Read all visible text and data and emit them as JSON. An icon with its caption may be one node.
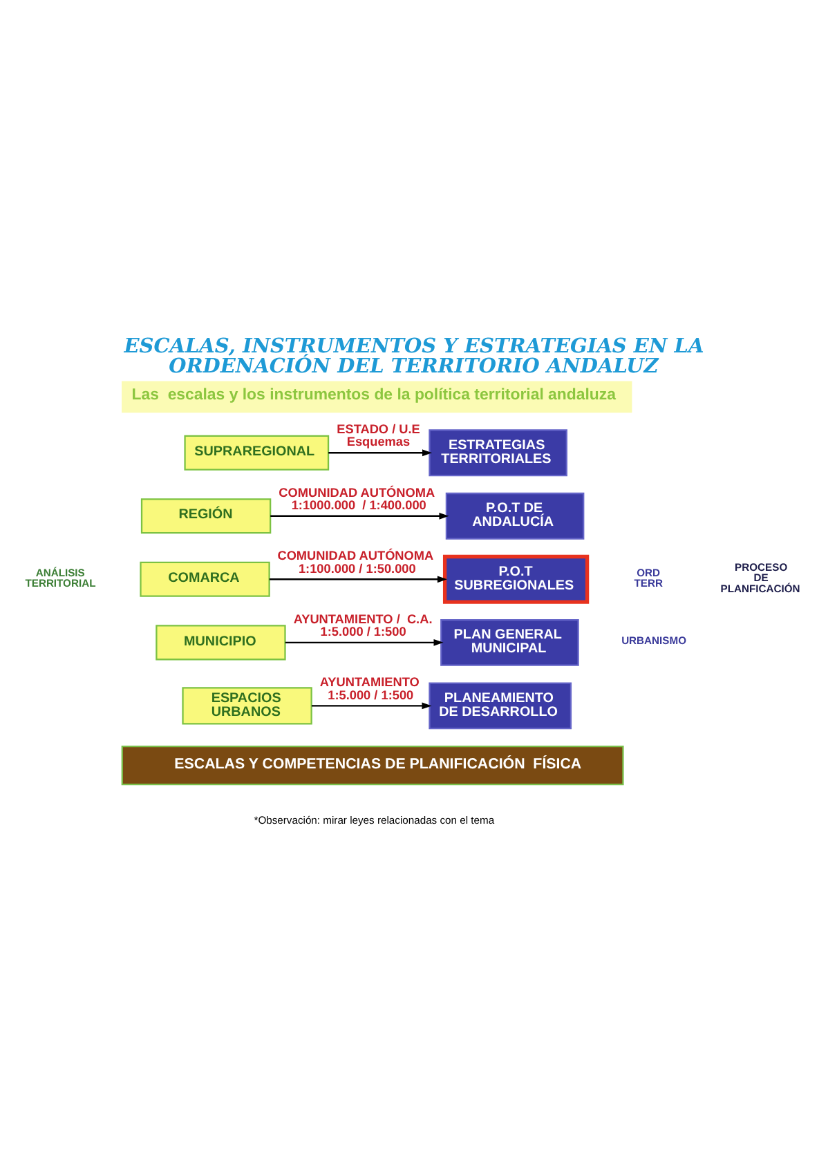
{
  "diagram": {
    "title": "ESCALAS, INSTRUMENTOS Y ESTRATEGIAS EN LA ORDENACIÓN DEL TERRITORIO ANDALUZ",
    "nodes": [
      {
        "text": [
          "Las  escalas y los instrumentos de la política territorial andaluza"
        ]
      },
      {
        "text": [
          "SUPRAREGIONAL"
        ]
      },
      {
        "text": [
          "ESTRATEGIAS TERRITORIALES"
        ]
      },
      {
        "text": [
          "REGIÓN"
        ]
      },
      {
        "text": [
          "P.O.T DE ANDALUCÍA"
        ]
      },
      {
        "text": [
          "COMARCA"
        ]
      },
      {
        "text": [
          "P.O.T SUBREGIONALES"
        ]
      },
      {
        "text": [
          "MUNICIPIO"
        ]
      },
      {
        "text": [
          "PLAN GENERAL MUNICIPAL"
        ]
      },
      {
        "text": [
          "ESPACIOS URBANOS"
        ]
      },
      {
        "text": [
          "PLANEAMIENTO DE DESARROLLO"
        ]
      },
      {
        "text": [
          "ESCALAS Y COMPETENCIAS DE PLANIFICACIÓN  FÍSICA"
        ]
      }
    ],
    "edges": [
      {
        "from": 1,
        "to": 2,
        "arrow": "to",
        "label": "ESTADO / U.E Esquemas"
      },
      {
        "from": 3,
        "to": 4,
        "arrow": "to",
        "label": "COMUNIDAD AUTÓNOMA 1:1000.000  / 1:400.000"
      },
      {
        "from": 5,
        "to": 6,
        "arrow": "to",
        "label": "COMUNIDAD AUTÓNOMA 1:100.000 / 1:50.000"
      },
      {
        "from": 7,
        "to": 8,
        "arrow": "to",
        "label": "AYUNTAMIENTO /  C.A. 1:5.000 / 1:500"
      },
      {
        "from": 9,
        "to": 10,
        "arrow": "to",
        "label": "AYUNTAMIENTO 1:5.000 / 1:500"
      }
    ],
    "labels": [
      "ANÁLISIS TERRITORIAL",
      "PROCESO DE PLANFICACIÓN",
      "ORD TERR",
      "URBANISMO",
      "*Observación: mirar leyes relacionadas con el tema"
    ]
  }
}
